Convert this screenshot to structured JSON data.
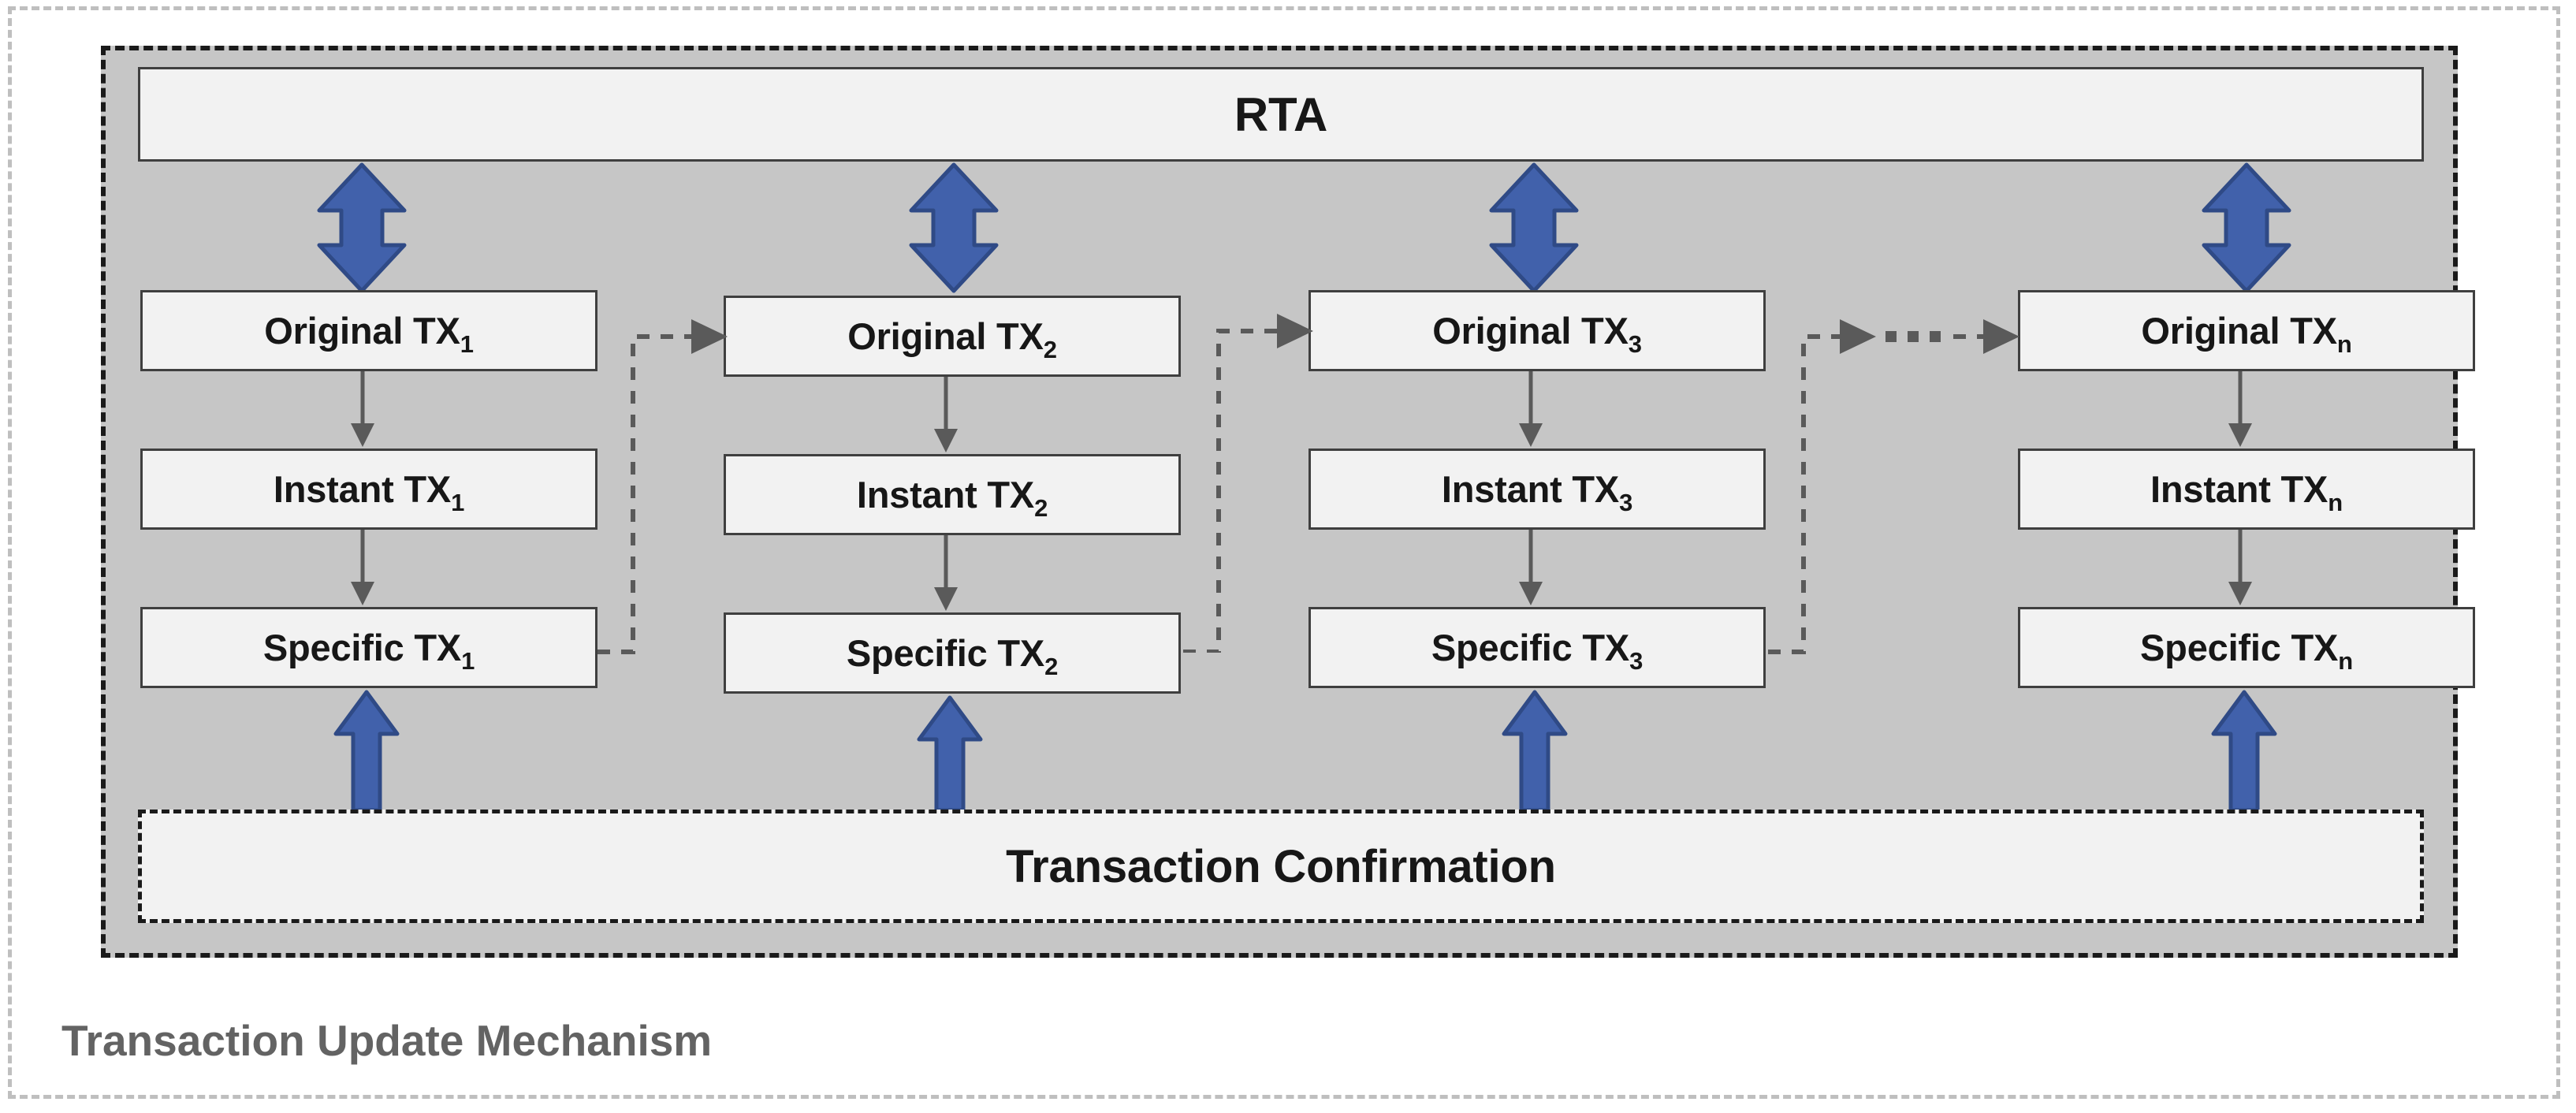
{
  "diagram": {
    "caption": "Transaction Update Mechanism",
    "top_layer_label": "RTA",
    "bottom_layer_label": "Transaction Confirmation",
    "colors": {
      "arrow_blue_fill": "#4161ab",
      "arrow_blue_stroke": "#2f4a86",
      "panel_grey": "#c6c6c6",
      "box_fill": "#f2f2f2",
      "box_border": "#3f3f3f",
      "connector_grey": "#5a5a5a",
      "caption_grey": "#636363",
      "outer_frame_grey": "#bfbfbf"
    },
    "row_labels": [
      "Original TX",
      "Instant TX",
      "Specific TX"
    ],
    "columns": [
      {
        "index": "1",
        "subscript": "1",
        "original": "Original TX",
        "instant": "Instant TX",
        "specific": "Specific TX"
      },
      {
        "index": "2",
        "subscript": "2",
        "original": "Original TX",
        "instant": "Instant TX",
        "specific": "Specific TX"
      },
      {
        "index": "3",
        "subscript": "3",
        "original": "Original TX",
        "instant": "Instant TX",
        "specific": "Specific TX"
      },
      {
        "index": "n",
        "subscript": "n",
        "original": "Original TX",
        "instant": "Instant TX",
        "specific": "Specific TX"
      }
    ],
    "connectors": {
      "rta_links": "bidirectional-double-arrow",
      "confirmation_links": "upward-arrow",
      "intra_column": "downward-arrow",
      "inter_column": "dotted-routed-arrow",
      "ellipsis_between_3_and_n": "■ ■ ■"
    }
  }
}
